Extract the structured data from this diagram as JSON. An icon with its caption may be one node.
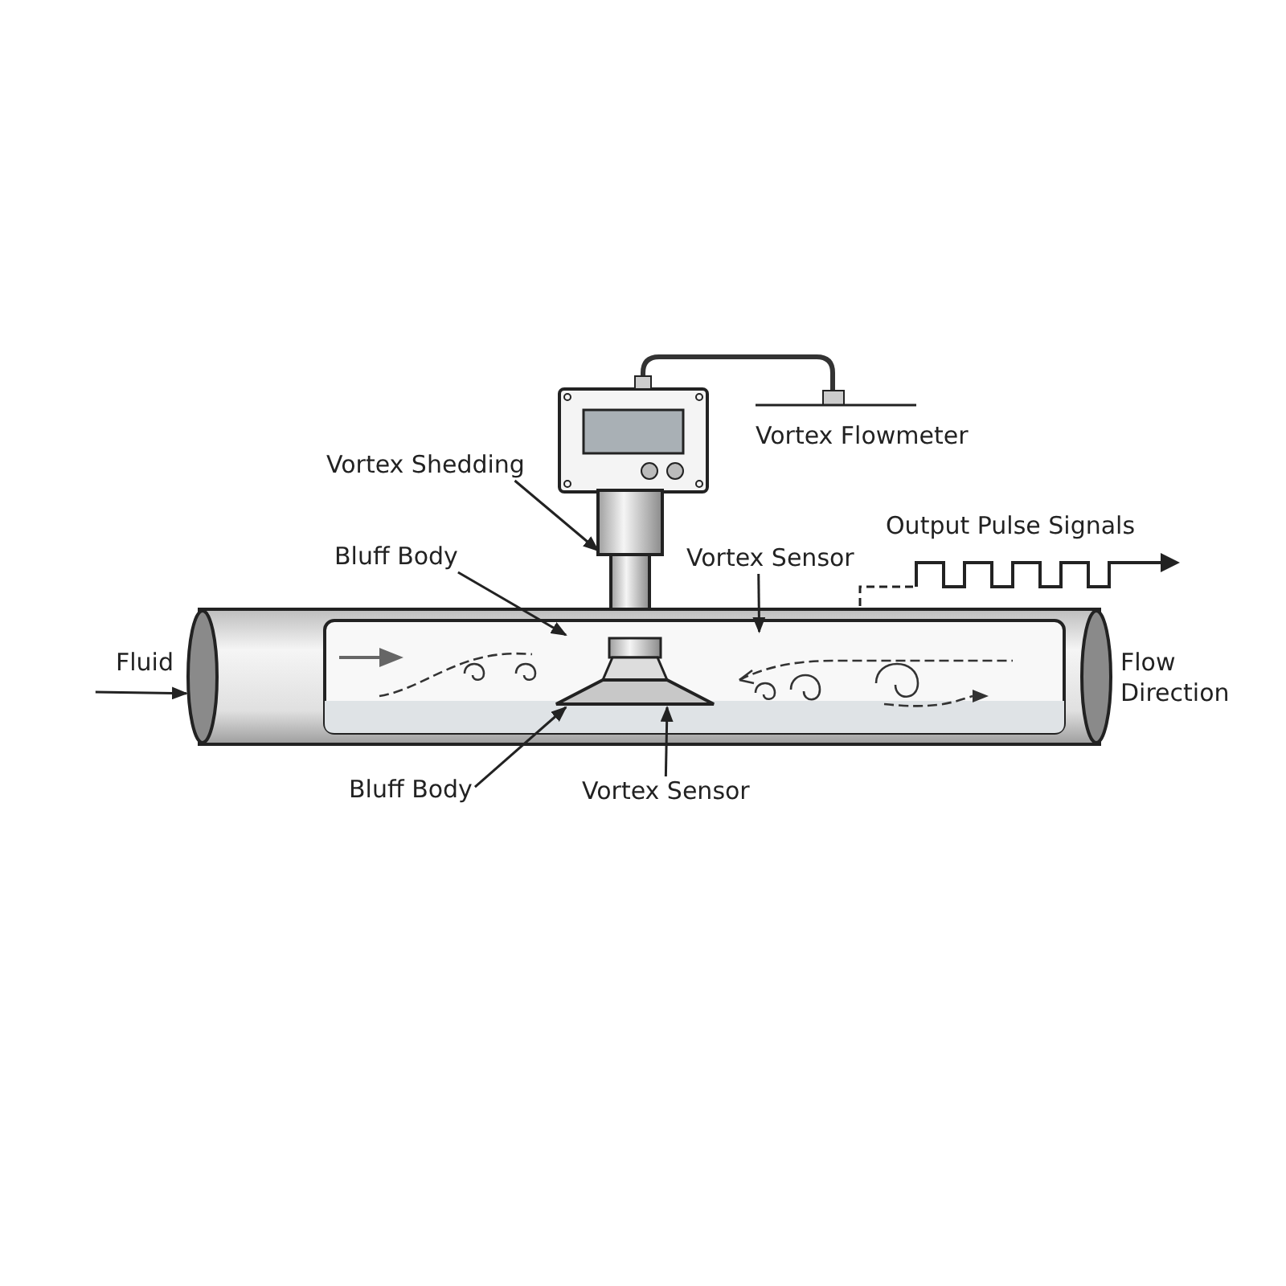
{
  "diagram": {
    "nodes": [
      {
        "text": [
          "Vortex Shedding"
        ]
      },
      {
        "text": [],
        "shape": "picture"
      },
      {
        "text": [
          "Bluff Body"
        ]
      },
      {
        "text": [],
        "shape": "picture"
      },
      {
        "text": [],
        "shape": "picture",
        "in": 3
      },
      {
        "text": [
          "Vortex Sensor"
        ]
      },
      {
        "text": [],
        "shape": "picture",
        "in": 3
      },
      {
        "text": [
          "Bluff Body"
        ]
      },
      {
        "text": [
          "Vortex Sensor"
        ]
      },
      {
        "text": [
          "Fluid"
        ]
      }
    ],
    "edges": [
      {
        "from": 0,
        "to": 1,
        "arrow": "to"
      },
      {
        "from": 2,
        "to": 4,
        "arrow": "to"
      },
      {
        "from": 5,
        "to": 6,
        "arrow": "to"
      },
      {
        "from": 7,
        "to": 4,
        "arrow": "to"
      },
      {
        "from": 8,
        "to": 4,
        "arrow": "to"
      },
      {
        "from": 9,
        "to": 3,
        "arrow": "to"
      }
    ],
    "labels": [
      "Vortex Flowmeter",
      "Output Pulse Signals",
      "Flow Direction"
    ]
  }
}
